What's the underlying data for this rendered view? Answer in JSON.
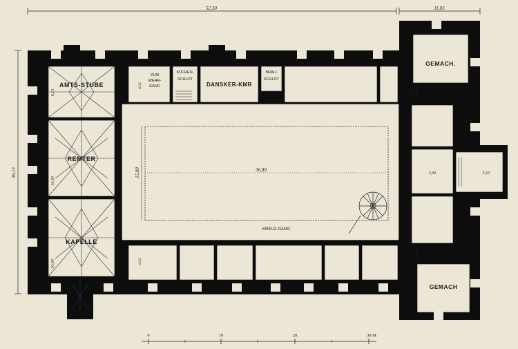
{
  "dimensions": {
    "top_main": "52,30",
    "top_right": "11,03",
    "left_height": "36,13",
    "court_width": "36,80",
    "court_height": "15,00",
    "ostbau_a": "5,90",
    "ostbau_b": "5,10",
    "amts_vert": "6,15",
    "remter_vert": "10,60",
    "kapelle_vert": "10,90",
    "north_small": "6,92",
    "south_small": "6,93"
  },
  "rooms": {
    "amts_stube": "AMTS-STUBE",
    "remter": "REMTER",
    "kapelle": "KAPELLE",
    "zum_wehrgang": [
      "ZUM",
      "WEHR-",
      "GANG"
    ],
    "kuechen_schlot": [
      "KÜCHEN-",
      "SCHLOT"
    ],
    "dansker": "DANSKER-KMR",
    "brau_schlot": [
      "BRAU-",
      "SCHLOT"
    ],
    "gemach_top": "GEMACH.",
    "gemach_bottom": "GEMACH",
    "kreuzgang": "KREUZ-GANG"
  },
  "scale": {
    "labels": [
      "0",
      "10",
      "20",
      "30 M"
    ]
  }
}
